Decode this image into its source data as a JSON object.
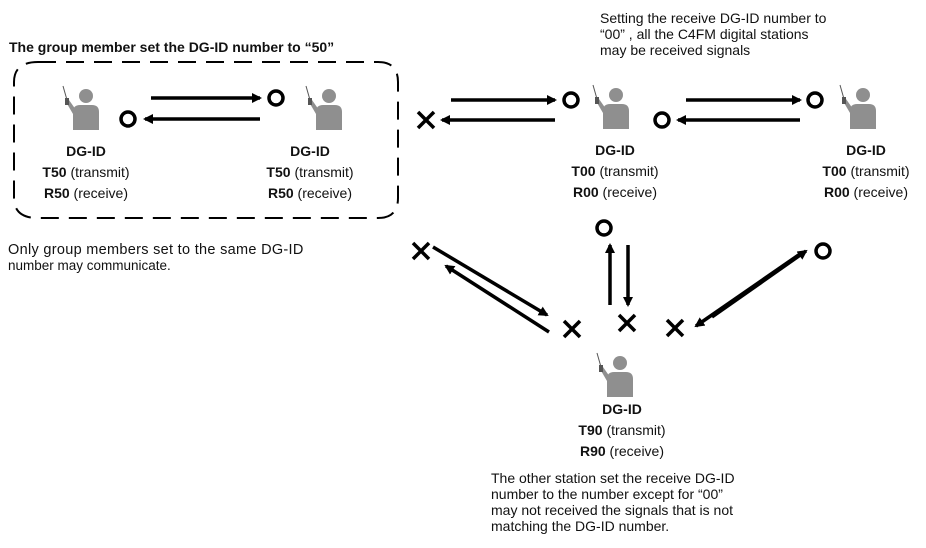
{
  "group_title": "The group member set the DG-ID number to “50”",
  "note_top_right": [
    "Setting the receive DG-ID number to",
    "“00” , all the C4FM digital stations",
    "may be received signals"
  ],
  "note_left": [
    "Only group members set to the same DG-ID",
    "number may communicate."
  ],
  "note_bottom": [
    "The other station set the receive DG-ID",
    "number to the number except for “00”",
    "may not received the signals that is not",
    "matching the DG-ID number."
  ],
  "stations": [
    {
      "id": "group-a",
      "heading": "DG-ID",
      "tx_code": "T50",
      "tx_word": "(transmit)",
      "rx_code": "R50",
      "rx_word": "(receive)"
    },
    {
      "id": "group-b",
      "heading": "DG-ID",
      "tx_code": "T50",
      "tx_word": "(transmit)",
      "rx_code": "R50",
      "rx_word": "(receive)"
    },
    {
      "id": "open-a",
      "heading": "DG-ID",
      "tx_code": "T00",
      "tx_word": "(transmit)",
      "rx_code": "R00",
      "rx_word": "(receive)"
    },
    {
      "id": "open-b",
      "heading": "DG-ID",
      "tx_code": "T00",
      "tx_word": "(transmit)",
      "rx_code": "R00",
      "rx_word": "(receive)"
    },
    {
      "id": "other",
      "heading": "DG-ID",
      "tx_code": "T90",
      "tx_word": "(transmit)",
      "rx_code": "R90",
      "rx_word": "(receive)"
    }
  ],
  "colors": {
    "person": "#8f8f8f",
    "line": "#000000"
  }
}
